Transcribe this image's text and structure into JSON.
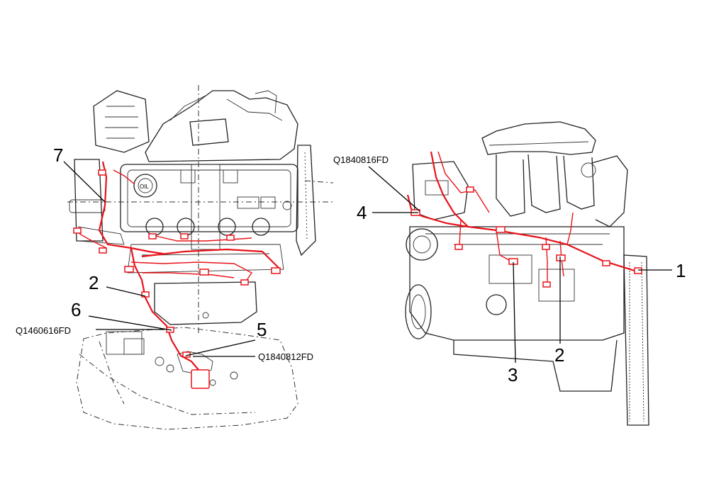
{
  "callouts": {
    "left": {
      "n7": "7",
      "n2": "2",
      "n6": "6",
      "n5": "5",
      "code_q1460616": "Q1460616FD",
      "code_q1840812": "Q1840812FD"
    },
    "right": {
      "code_q1840816": "Q1840816FD",
      "n4": "4",
      "n1": "1",
      "n2": "2",
      "n3": "3"
    }
  },
  "colors": {
    "harness": "#e8131b",
    "line": "#222222"
  },
  "icons": {
    "oil_cap": "oil-filler-cap-icon"
  }
}
